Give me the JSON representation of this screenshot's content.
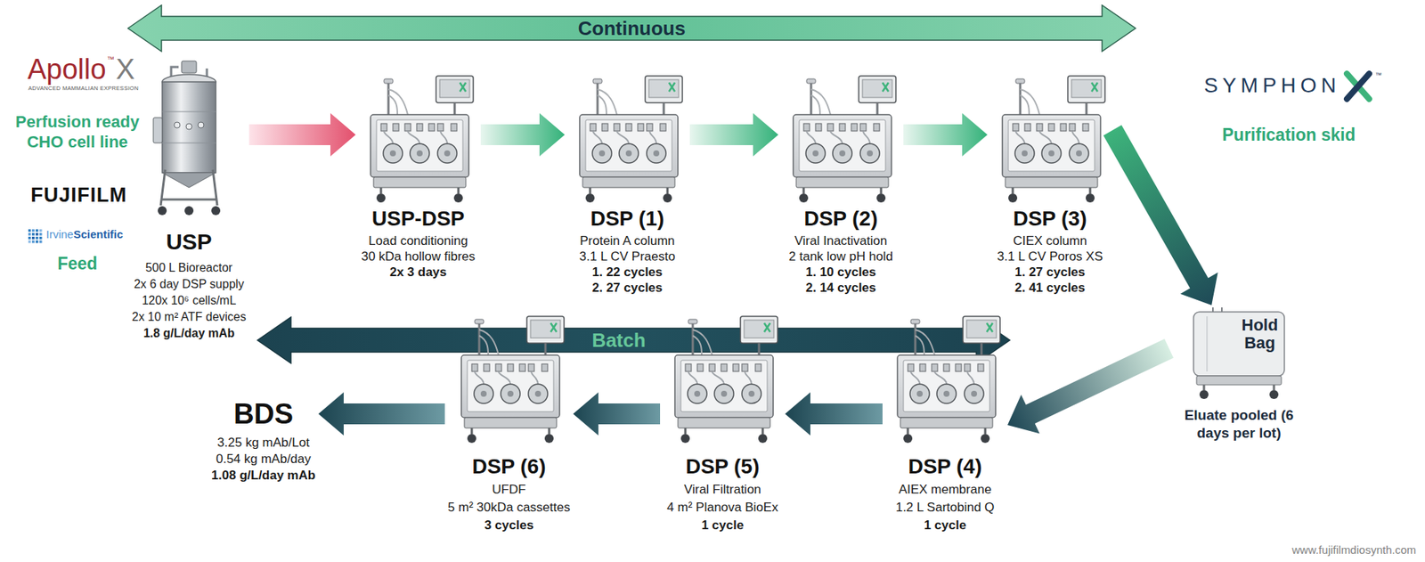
{
  "diagram": {
    "nodes": [
      {
        "text": [
          "Continuous"
        ]
      },
      {
        "text": [
          "USP",
          "500 L Bioreactor",
          "2x 6 day DSP supply",
          "120x 10⁶ cells/mL",
          "2x 10 m² ATF devices",
          "1.8 g/L/day mAb"
        ]
      },
      {
        "text": [
          "USP-DSP",
          "Load conditioning",
          "30 kDa hollow fibres",
          "2x 3 days"
        ]
      },
      {
        "text": [
          "DSP (1)",
          "Protein A column",
          "3.1 L CV Praesto",
          "1. 22 cycles",
          "2. 27 cycles"
        ]
      },
      {
        "text": [
          "DSP (2)",
          "Viral Inactivation",
          "2 tank low pH hold",
          "1. 10 cycles",
          "2. 14 cycles"
        ]
      },
      {
        "text": [
          "DSP (3)",
          "CIEX column",
          "3.1 L CV Poros XS",
          "1. 27 cycles",
          "2. 41 cycles"
        ]
      },
      {
        "text": [
          "Hold Bag",
          "Eluate pooled (6 days per lot)"
        ]
      },
      {
        "text": [
          "Batch"
        ]
      },
      {
        "text": [
          "DSP (4)",
          "AIEX membrane",
          "1.2 L Sartobind Q",
          "1 cycle"
        ]
      },
      {
        "text": [
          "DSP (5)",
          "Viral Filtration",
          "4 m² Planova BioEx",
          "1 cycle"
        ]
      },
      {
        "text": [
          "DSP (6)",
          "UFDF",
          "5 m² 30kDa cassettes",
          "3 cycles"
        ]
      },
      {
        "text": [
          "BDS",
          "3.25 kg mAb/Lot",
          "0.54 kg mAb/day",
          "1.08 g/L/day mAb"
        ]
      }
    ],
    "edges": [
      {
        "from": 1,
        "to": 2,
        "arrow": "to"
      },
      {
        "from": 2,
        "to": 3,
        "arrow": "to"
      },
      {
        "from": 3,
        "to": 4,
        "arrow": "to"
      },
      {
        "from": 4,
        "to": 5,
        "arrow": "to"
      },
      {
        "from": 5,
        "to": 6,
        "arrow": "to"
      },
      {
        "from": 6,
        "to": 8,
        "arrow": "to"
      },
      {
        "from": 8,
        "to": 9,
        "arrow": "to"
      },
      {
        "from": 9,
        "to": 10,
        "arrow": "to"
      },
      {
        "from": 10,
        "to": 11,
        "arrow": "to"
      }
    ],
    "labels": [
      "Apollo",
      "™",
      "X",
      "ADVANCED MAMMALIAN EXPRESSION",
      "Perfusion ready CHO cell line",
      "FUJIFILM",
      "Irvine",
      "Scientific",
      "Feed",
      "SYMPHON",
      "™",
      "Purification skid",
      "www.fujifilmdiosynth.com"
    ]
  }
}
